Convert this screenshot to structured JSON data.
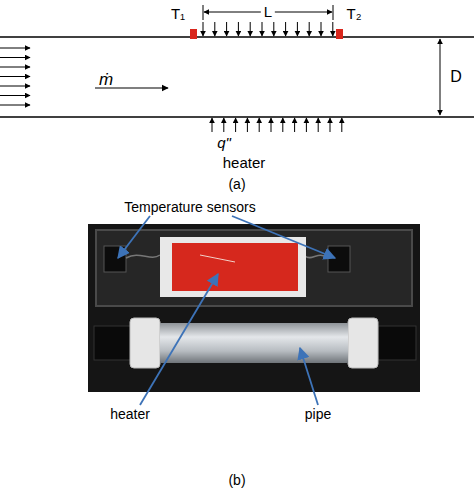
{
  "diagram": {
    "labels": [
      "T₁",
      "L",
      "T₂",
      "ṁ",
      "D",
      "q\"",
      "heater",
      "(a)",
      "Temperature sensors",
      "heater",
      "pipe",
      "(b)"
    ]
  }
}
